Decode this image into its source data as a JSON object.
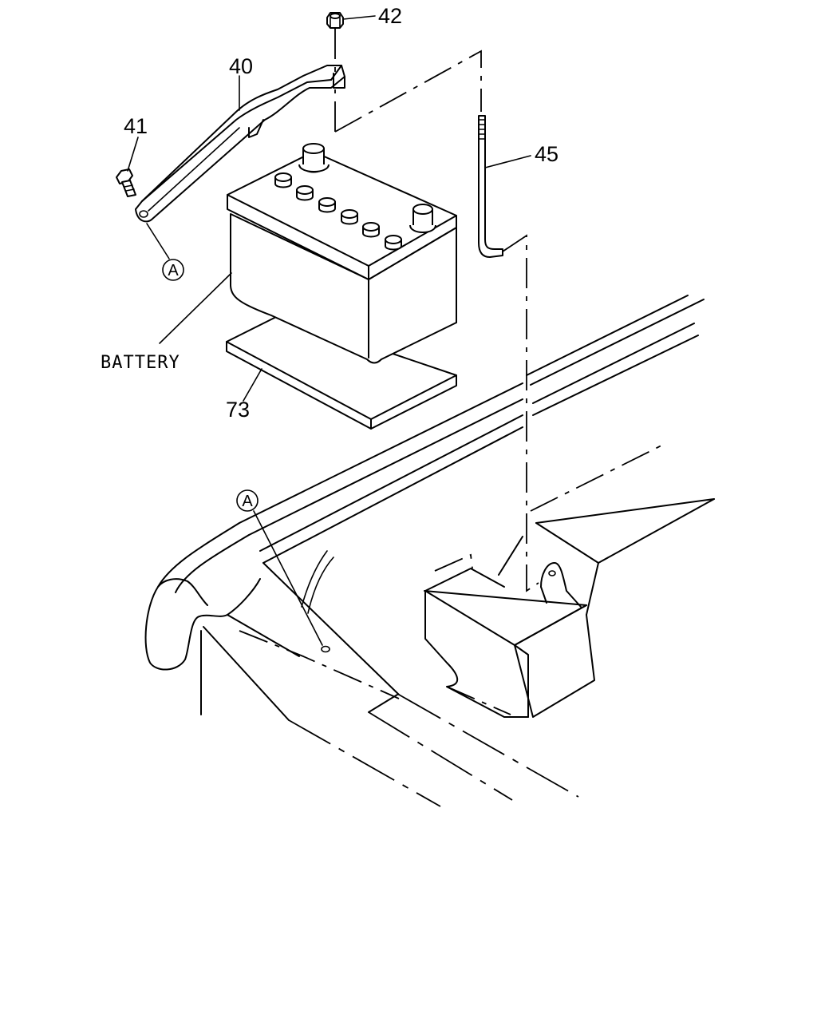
{
  "callouts": {
    "nut": "42",
    "bracket": "40",
    "bolt": "41",
    "hook_bolt": "45",
    "battery": "BATTERY",
    "tray_plate": "73"
  },
  "reference_marks": {
    "upper": "A",
    "lower": "A"
  }
}
